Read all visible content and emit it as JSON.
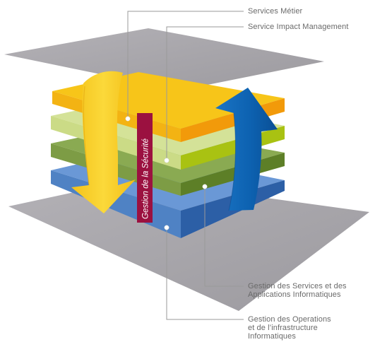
{
  "labels": {
    "services_metier": "Services Métier",
    "service_impact": "Service Impact Management",
    "securite": "Gestion de la Sécurité",
    "services_applications": [
      "Gestion des Services et des",
      "Applications Informatiques"
    ],
    "operations_infrastructure": [
      "Gestion des Operations",
      "et de l’infrastructure",
      "Informatiques"
    ]
  },
  "colors": {
    "platform_gray": "#a6a4a9",
    "layer_orange": "#f29a0a",
    "layer_lightgreen": "#cfe08a",
    "layer_green": "#86a74d",
    "layer_blue": "#5f8fd0",
    "arrow_yellow": "#f7cd1f",
    "arrow_blue": "#0f65b4",
    "security_band": "#9b1140",
    "leader_line": "#9a9a9a"
  }
}
